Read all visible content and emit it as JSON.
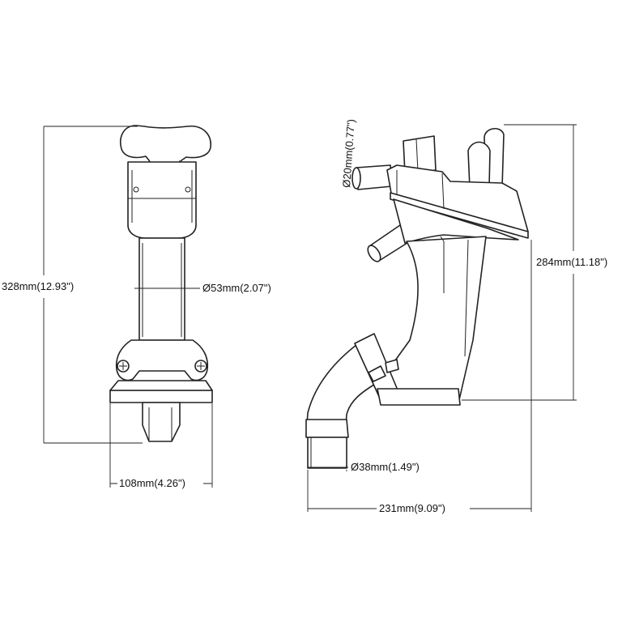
{
  "dimensions": {
    "total_height_left": "328mm(12.93\")",
    "body_diameter": "Ø53mm(2.07\")",
    "base_width": "108mm(4.26\")",
    "spout_diameter": "Ø20mm(0.77\")",
    "height_right": "284mm(11.18\")",
    "outlet_diameter": "Ø38mm(1.49\")",
    "total_width_right": "231mm(9.09\")"
  }
}
